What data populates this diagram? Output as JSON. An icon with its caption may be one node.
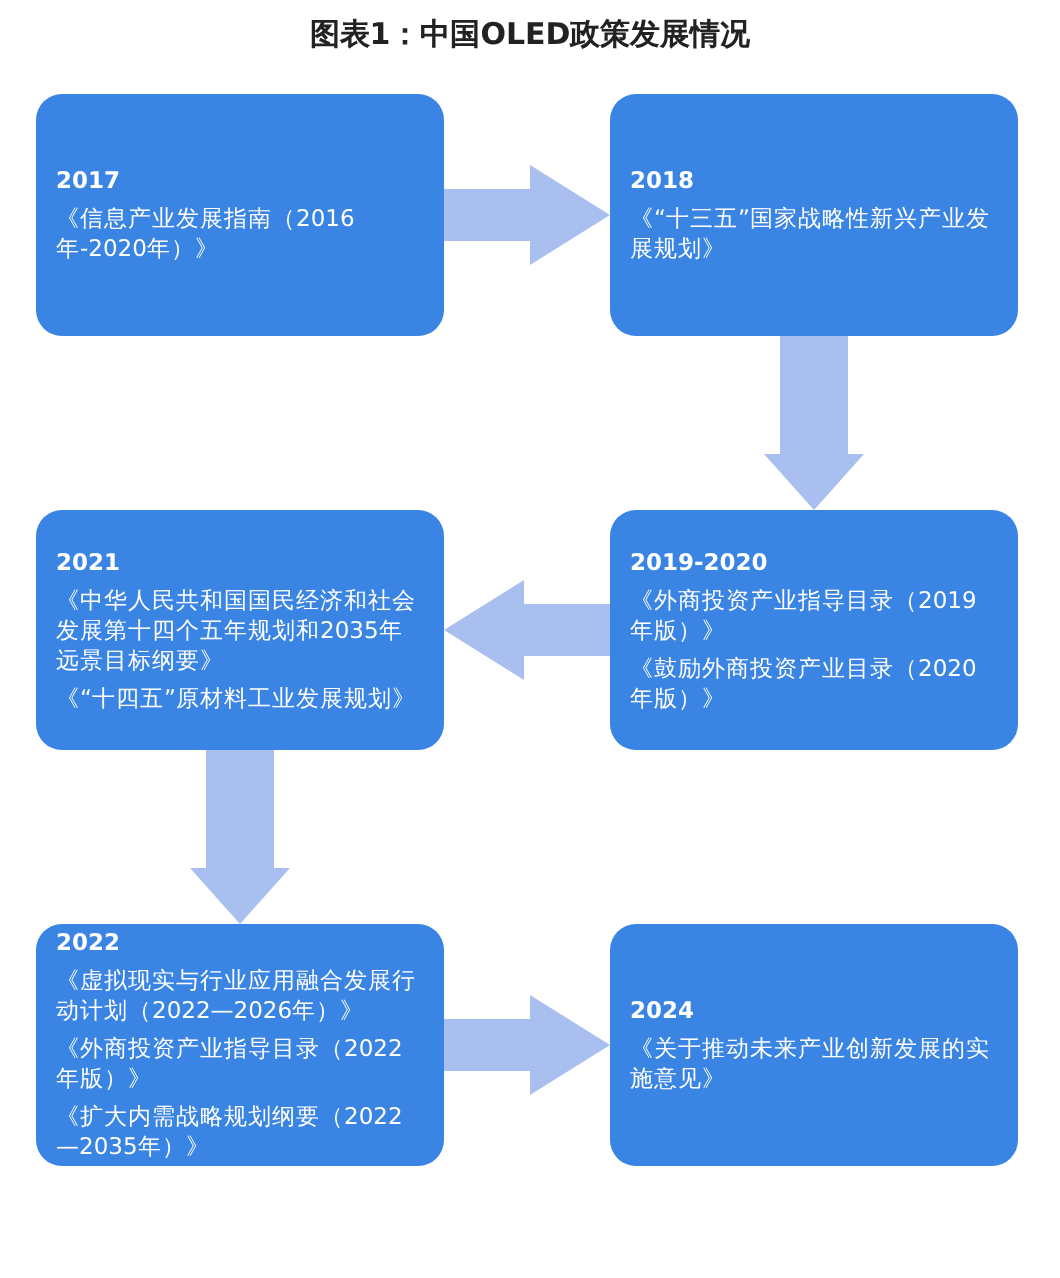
{
  "diagram": {
    "title": "图表1：中国OLED政策发展情况",
    "nodes": [
      {
        "text": [
          "2017",
          "《信息产业发展指南（2016年-2020年）》"
        ]
      },
      {
        "text": [
          "2018",
          "《“十三五”国家战略性新兴产业发展规划》"
        ]
      },
      {
        "text": [
          "2021",
          "《中华人民共和国国民经济和社会发展第十四个五年规划和2035年远景目标纲要》",
          "《“十四五”原材料工业发展规划》"
        ]
      },
      {
        "text": [
          "2019-2020",
          "《外商投资产业指导目录（2019年版）》",
          "《鼓励外商投资产业目录（2020年版）》"
        ]
      },
      {
        "text": [
          "2022",
          "《虚拟现实与行业应用融合发展行动计划（2022—2026年）》",
          "《外商投资产业指导目录（2022年版）》",
          "《扩大内需战略规划纲要（2022—2035年）》"
        ]
      },
      {
        "text": [
          "2024",
          "《关于推动未来产业创新发展的实施意见》"
        ]
      }
    ],
    "edges": [
      {
        "from": 0,
        "to": 1,
        "arrow": "to"
      },
      {
        "from": 1,
        "to": 3,
        "arrow": "to"
      },
      {
        "from": 3,
        "to": 2,
        "arrow": "to"
      },
      {
        "from": 2,
        "to": 4,
        "arrow": "to"
      },
      {
        "from": 4,
        "to": 5,
        "arrow": "to"
      }
    ]
  }
}
